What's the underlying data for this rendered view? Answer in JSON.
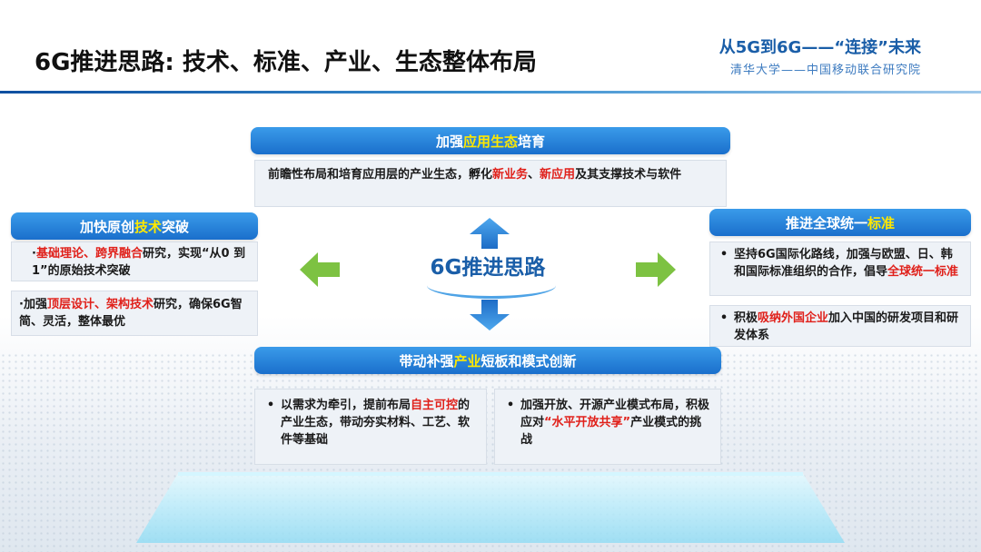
{
  "header": {
    "title": "6G推进思路: 技术、标准、产业、生态整体布局",
    "brand_main": "从5G到6G——“连接”未来",
    "brand_sub": "清华大学——中国移动联合研究院"
  },
  "center": {
    "label": "6G推进思路"
  },
  "top": {
    "title_pre": "加强",
    "title_hl": "应用生态",
    "title_post": "培育",
    "text_1": "前瞻性布局和培育应用层的产业生态，孵化",
    "text_red_1": "新业务",
    "text_2": "、",
    "text_red_2": "新应用",
    "text_3": "及其支撑技术与软件"
  },
  "left": {
    "title_pre": "加快原创",
    "title_hl": "技术",
    "title_post": "突破",
    "item1_red": "基础理论、跨界融合",
    "item1_text": "研究，实现“从0 到1”的原始技术突破",
    "item2_pre": "加强",
    "item2_red": "顶层设计、架构技术",
    "item2_text": "研究，确保6G智简、灵活，整体最优"
  },
  "right": {
    "title_pre": "推进全球统一",
    "title_hl": "标准",
    "item1_text": "坚持6G国际化路线，加强与欧盟、日、韩和国际标准组织的合作，倡导",
    "item1_red": "全球统一标准",
    "item2_pre": "积极",
    "item2_red": "吸纳外国企业",
    "item2_text": "加入中国的研发项目和研发体系"
  },
  "bottom": {
    "title_pre": "带动补强",
    "title_hl": "产业",
    "title_post": "短板和模式创新",
    "box1_pre": "以需求为牵引，提前布局",
    "box1_red": "自主可控",
    "box1_text": "的产业生态，带动夯实材料、工艺、软件等基础",
    "box2_pre": "加强开放、开源产业模式布局，积极应对",
    "box2_red": "“水平开放共享”",
    "box2_text": "产业模式的挑战"
  },
  "bullets": {
    "dot": "•",
    "dot_small": "·"
  },
  "colors": {
    "accent": "#1a6fcc",
    "highlight": "#ffe800",
    "emphasis": "#e0201a",
    "arrow_green": "#7dc242"
  }
}
